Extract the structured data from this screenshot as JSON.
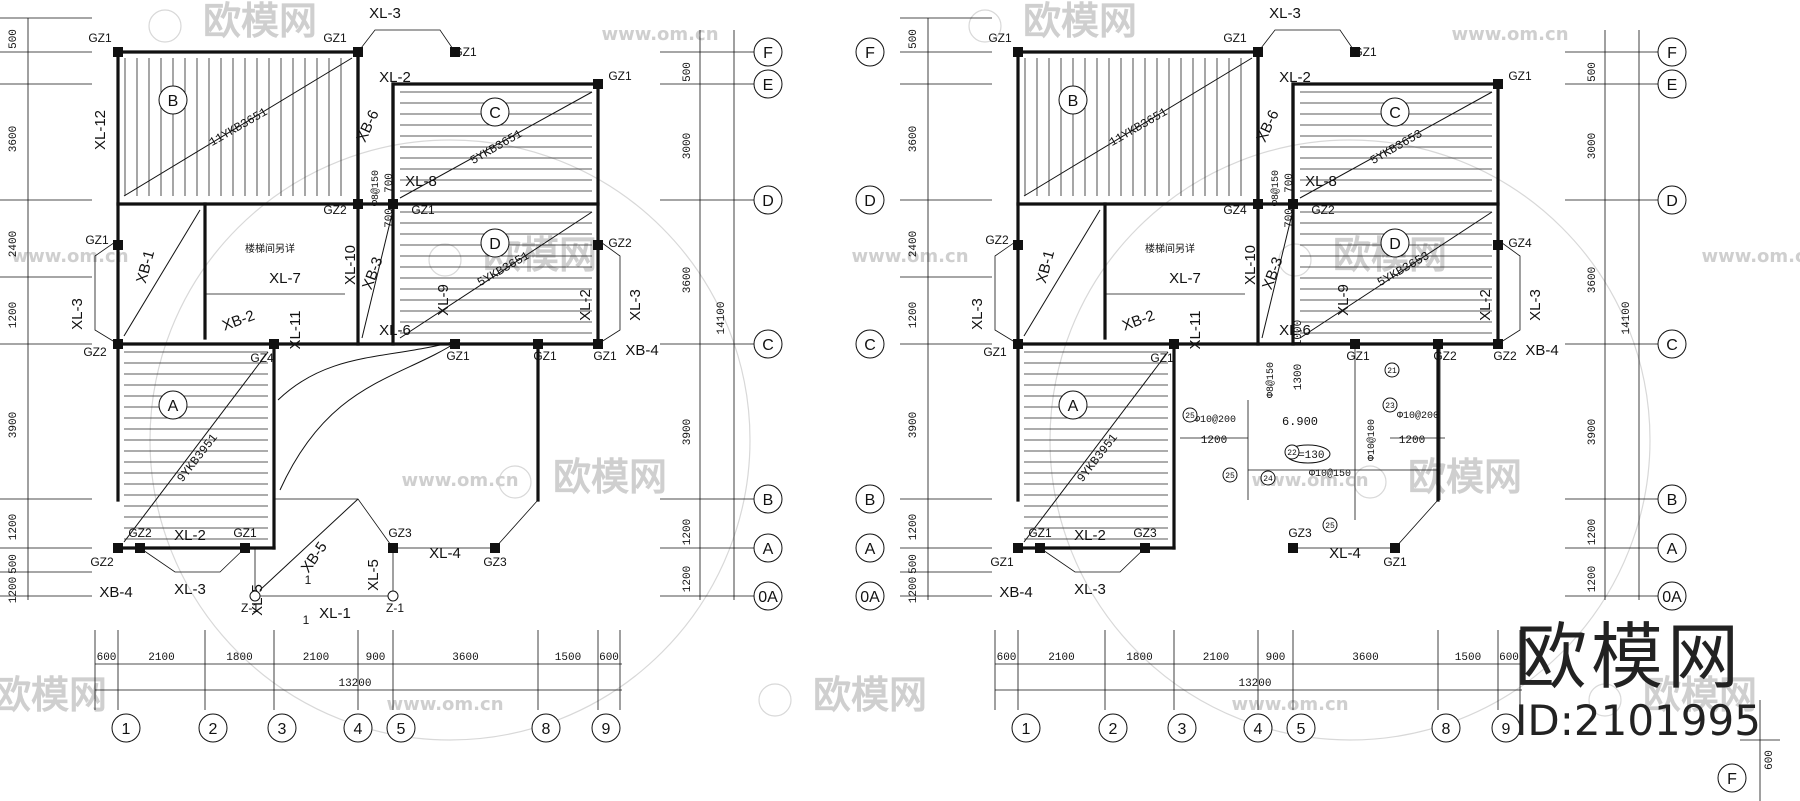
{
  "watermark": {
    "text": "欧模网",
    "url": "www.om.cn"
  },
  "brand": {
    "logo_text": "欧模网",
    "id_label": "ID:2101995"
  },
  "grid": {
    "rows": [
      "F",
      "E",
      "D",
      "C",
      "B",
      "A",
      "0A"
    ],
    "cols": [
      "1",
      "2",
      "3",
      "4",
      "5",
      "8",
      "9"
    ],
    "v_dims_left": [
      "500",
      "3600",
      "2400",
      "1200",
      "3900",
      "1200",
      "500",
      "1200"
    ],
    "v_dims_right": [
      "500",
      "3000",
      "3600",
      "3900",
      "1200",
      "1200"
    ],
    "v_total": "14100",
    "h_dims": [
      "600",
      "2100",
      "1800",
      "2100",
      "900",
      "3600",
      "1500",
      "600"
    ],
    "h_total": "13200"
  },
  "plan_left": {
    "slabs": {
      "B": "11YKB3651",
      "C": "5YKB3651",
      "D": "5YKB3651",
      "A": "9YKB3951"
    },
    "beams": [
      "XL-3",
      "XL-2",
      "XL-12",
      "XL-8",
      "XL-10",
      "XL-7",
      "XL-3",
      "XL-2",
      "XL-9",
      "XL-6",
      "XL-2",
      "XL-3",
      "XL-11",
      "XL-2",
      "XL-3",
      "XL-5",
      "XL-5",
      "XL-1",
      "XL-4"
    ],
    "cast_slabs": [
      "XB-6",
      "XB-1",
      "XB-3",
      "XB-2",
      "XB-4",
      "XB-5",
      "XB-4"
    ],
    "columns": [
      "GZ1",
      "GZ1",
      "GZ1",
      "GZ1",
      "GZ2",
      "GZ1",
      "GZ1",
      "GZ2",
      "GZ2",
      "GZ4",
      "GZ1",
      "GZ1",
      "GZ1",
      "GZ2",
      "GZ2",
      "GZ1",
      "GZ3",
      "GZ3",
      "Z-1",
      "Z-1"
    ],
    "stair_note": "楼梯间另详",
    "rebar_note": "Φ8@150",
    "dims_small": [
      "700",
      "700"
    ],
    "marks": [
      "1",
      "1",
      "1"
    ]
  },
  "plan_right": {
    "slabs": {
      "B": "11YKB3651",
      "C": "5YKB3653",
      "D": "5YKB3653",
      "A": "9YKB3951"
    },
    "beams": [
      "XL-3",
      "XL-2",
      "XL-8",
      "XL-10",
      "XL-7",
      "XL-3",
      "XL-2",
      "XL-9",
      "XL-6",
      "XL-2",
      "XL-3",
      "XL-11",
      "XL-2",
      "XL-3",
      "XL-4"
    ],
    "cast_slabs": [
      "XB-6",
      "XB-1",
      "XB-3",
      "XB-2",
      "XB-4",
      "XB-4"
    ],
    "columns": [
      "GZ1",
      "GZ1",
      "GZ1",
      "GZ1",
      "GZ4",
      "GZ2",
      "GZ2",
      "GZ4",
      "GZ1",
      "GZ1",
      "GZ1",
      "GZ2",
      "GZ2",
      "GZ1",
      "GZ1",
      "GZ3",
      "GZ3",
      "GZ1"
    ],
    "stair_note": "楼梯间另详",
    "rebar_notes": [
      "Φ8@150",
      "Φ10@200",
      "Φ10@200",
      "Φ10@150",
      "Φ8@150",
      "Φ10@100"
    ],
    "level": "6.900",
    "thickness": "h=130",
    "dims_small": [
      "700",
      "700",
      "1000",
      "1300",
      "1200",
      "1200"
    ],
    "rebar_marks": [
      "25",
      "25",
      "24",
      "22",
      "23",
      "25",
      "21"
    ]
  },
  "corner_label": "F",
  "corner_dim": "600"
}
